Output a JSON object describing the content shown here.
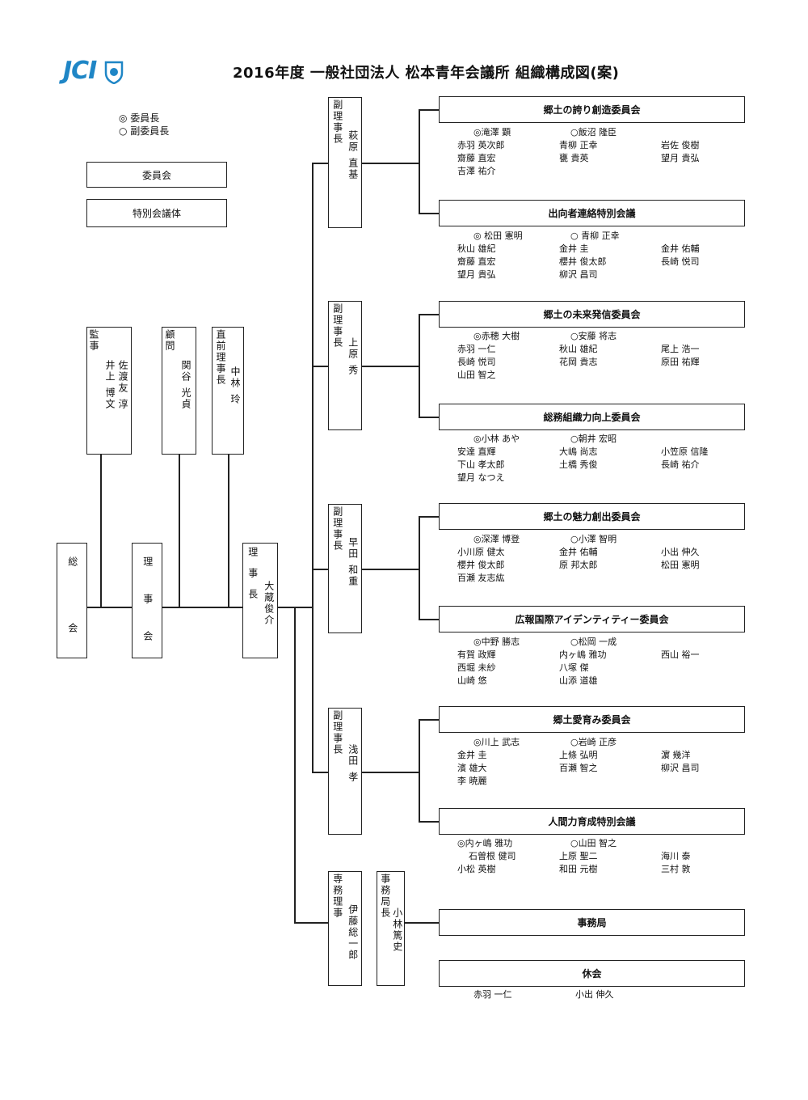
{
  "header": {
    "logo_text": "JCI",
    "title": "2016年度  一般社団法人  松本青年会議所  組織構成図(案)"
  },
  "legend": {
    "chair": "◎ 委員長",
    "vice": "○ 副委員長",
    "type_committee": "委員会",
    "type_special": "特別会議体"
  },
  "left": {
    "auditor_label": "監事",
    "auditor_name1": "佐渡友  淳",
    "auditor_name2": "井上  博文",
    "advisor_label": "顧問",
    "advisor_name": "関谷  光貞",
    "past_label": "直前理事長",
    "past_name": "中林  玲",
    "general": "総会",
    "board": "理事会",
    "president_label": "理事長",
    "president_name": "大蔵俊介"
  },
  "vps": [
    {
      "label": "副理事長",
      "name": "萩原  直基"
    },
    {
      "label": "副理事長",
      "name": "上原  秀"
    },
    {
      "label": "副理事長",
      "name": "早田  和重"
    },
    {
      "label": "副理事長",
      "name": "浅田  孝"
    }
  ],
  "exec": {
    "director_label": "専務理事",
    "director_name": "伊藤総一郎",
    "secretary_label": "事務局長",
    "secretary_name": "小林篤史"
  },
  "committees": [
    {
      "name": "郷土の誇り創造委員会",
      "rows": [
        [
          "◎滝澤  顕",
          "○飯沼  隆臣",
          ""
        ],
        [
          "赤羽  英次郎",
          "青柳  正幸",
          "岩佐  俊樹"
        ],
        [
          "齋藤  直宏",
          "甕  貴英",
          "望月  貴弘"
        ],
        [
          "吉澤  祐介",
          "",
          ""
        ]
      ]
    },
    {
      "name": "出向者連絡特別会議",
      "rows": [
        [
          "◎ 松田  憲明",
          "○ 青柳  正幸",
          ""
        ],
        [
          "秋山  雄紀",
          "金井  圭",
          "金井  佑輔"
        ],
        [
          "齋藤  直宏",
          "櫻井  俊太郎",
          "長崎  悦司"
        ],
        [
          "望月  貴弘",
          "柳沢  昌司",
          ""
        ]
      ]
    },
    {
      "name": "郷土の未来発信委員会",
      "rows": [
        [
          "◎赤穂  大樹",
          "○安藤  将志",
          ""
        ],
        [
          "赤羽  一仁",
          "秋山  雄紀",
          "尾上  浩一"
        ],
        [
          "長崎  悦司",
          "花岡  貴志",
          "原田  祐輝"
        ],
        [
          "山田  智之",
          "",
          ""
        ]
      ]
    },
    {
      "name": "総務組織力向上委員会",
      "rows": [
        [
          "◎小林  あや",
          "○朝井  宏昭",
          ""
        ],
        [
          "安達  直輝",
          "大嶋  尚志",
          "小笠原  信隆"
        ],
        [
          "下山  孝太郎",
          "土橋  秀俊",
          "長崎  祐介"
        ],
        [
          "望月  なつえ",
          "",
          ""
        ]
      ]
    },
    {
      "name": "郷土の魅力創出委員会",
      "rows": [
        [
          "◎深澤  博登",
          "○小澤  智明",
          ""
        ],
        [
          "小川原  健太",
          "金井  佑輔",
          "小出  伸久"
        ],
        [
          "櫻井  俊太郎",
          "原  邦太郎",
          "松田  憲明"
        ],
        [
          "百瀬  友志紘",
          "",
          ""
        ]
      ]
    },
    {
      "name": "広報国際アイデンティティー委員会",
      "rows": [
        [
          "◎中野  勝志",
          "○松岡  一成",
          ""
        ],
        [
          "有賀  政輝",
          "内ヶ嶋  雅功",
          "西山  裕一"
        ],
        [
          "西堀  未紗",
          "八塚  傑",
          ""
        ],
        [
          "山崎  悠",
          "山添  道雄",
          ""
        ]
      ]
    },
    {
      "name": "郷土愛育み委員会",
      "rows": [
        [
          "◎川上  武志",
          "○岩崎  正彦",
          ""
        ],
        [
          "金井  圭",
          "上條  弘明",
          "濵  幾洋"
        ],
        [
          "濱  雄大",
          "百瀬  智之",
          "柳沢  昌司"
        ],
        [
          "李  暁麗",
          "",
          ""
        ]
      ]
    },
    {
      "name": "人間力育成特別会議",
      "rows": [
        [
          "◎内ヶ嶋  雅功",
          "○山田  智之",
          ""
        ],
        [
          "石曽根  健司",
          "上原  聖二",
          "海川  泰"
        ],
        [
          "小松  英樹",
          "和田  元樹",
          "三村  敦"
        ]
      ]
    },
    {
      "name": "事務局",
      "rows": []
    },
    {
      "name": "休会",
      "rows": [
        [
          "赤羽  一仁",
          "小出  伸久",
          ""
        ]
      ]
    }
  ]
}
